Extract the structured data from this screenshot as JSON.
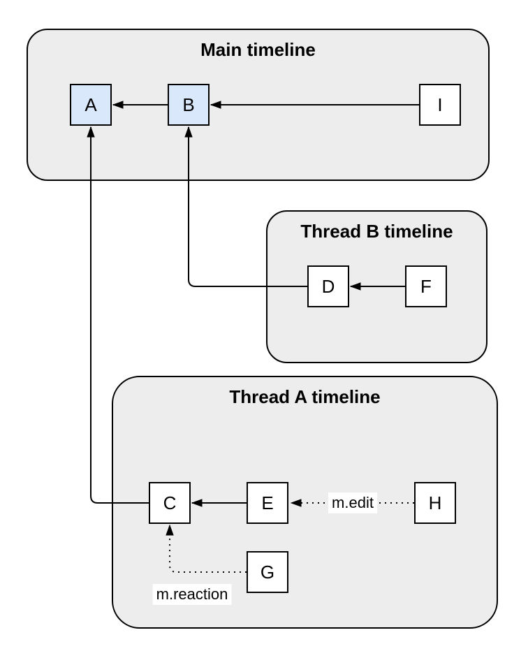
{
  "containers": [
    {
      "id": "main",
      "label": "Main timeline"
    },
    {
      "id": "thread-b",
      "label": "Thread B timeline"
    },
    {
      "id": "thread-a",
      "label": "Thread A timeline"
    }
  ],
  "nodes": [
    {
      "id": "A",
      "label": "A",
      "container": "main",
      "fill": "#dae8fc"
    },
    {
      "id": "B",
      "label": "B",
      "container": "main",
      "fill": "#dae8fc"
    },
    {
      "id": "I",
      "label": "I",
      "container": "main",
      "fill": "#ffffff"
    },
    {
      "id": "D",
      "label": "D",
      "container": "thread-b",
      "fill": "#ffffff"
    },
    {
      "id": "F",
      "label": "F",
      "container": "thread-b",
      "fill": "#ffffff"
    },
    {
      "id": "C",
      "label": "C",
      "container": "thread-a",
      "fill": "#ffffff"
    },
    {
      "id": "E",
      "label": "E",
      "container": "thread-a",
      "fill": "#ffffff"
    },
    {
      "id": "H",
      "label": "H",
      "container": "thread-a",
      "fill": "#ffffff"
    },
    {
      "id": "G",
      "label": "G",
      "container": "thread-a",
      "fill": "#ffffff"
    }
  ],
  "edges": [
    {
      "from": "B",
      "to": "A",
      "style": "solid",
      "label": ""
    },
    {
      "from": "I",
      "to": "B",
      "style": "solid",
      "label": ""
    },
    {
      "from": "F",
      "to": "D",
      "style": "solid",
      "label": ""
    },
    {
      "from": "D",
      "to": "B",
      "style": "solid",
      "label": ""
    },
    {
      "from": "E",
      "to": "C",
      "style": "solid",
      "label": ""
    },
    {
      "from": "C",
      "to": "A",
      "style": "solid",
      "label": ""
    },
    {
      "from": "H",
      "to": "E",
      "style": "dotted",
      "label": "m.edit"
    },
    {
      "from": "G",
      "to": "C",
      "style": "dotted",
      "label": "m.reaction"
    }
  ],
  "colors": {
    "container_fill": "#ededed",
    "node_fill": "#ffffff",
    "node_fill_highlight": "#dae8fc",
    "stroke": "#000000",
    "label_background": "#ffffff"
  }
}
